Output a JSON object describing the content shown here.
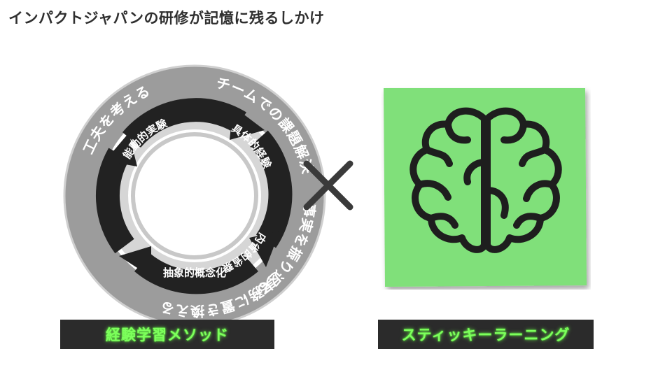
{
  "title": "インパクトジャパンの研修が記憶に残るしかけ",
  "cycle": {
    "outer_labels": [
      "チームでの課題解決",
      "事実を振り返る",
      "実務に置き換える",
      "工夫を考える"
    ],
    "inner_labels": [
      "具体的経験",
      "内省的省察",
      "抽象的概念化",
      "能動的実験"
    ],
    "ring_color": "#9a9a9a",
    "arrow_color": "#222222"
  },
  "times_symbol": "×",
  "left_label": "経験学習メソッド",
  "right_label": "スティッキーラーニング",
  "note": {
    "color": "#80e07a",
    "icon": "brain-icon"
  },
  "colors": {
    "label_bg": "#2b2b2b",
    "label_text": "#7dff5c"
  }
}
